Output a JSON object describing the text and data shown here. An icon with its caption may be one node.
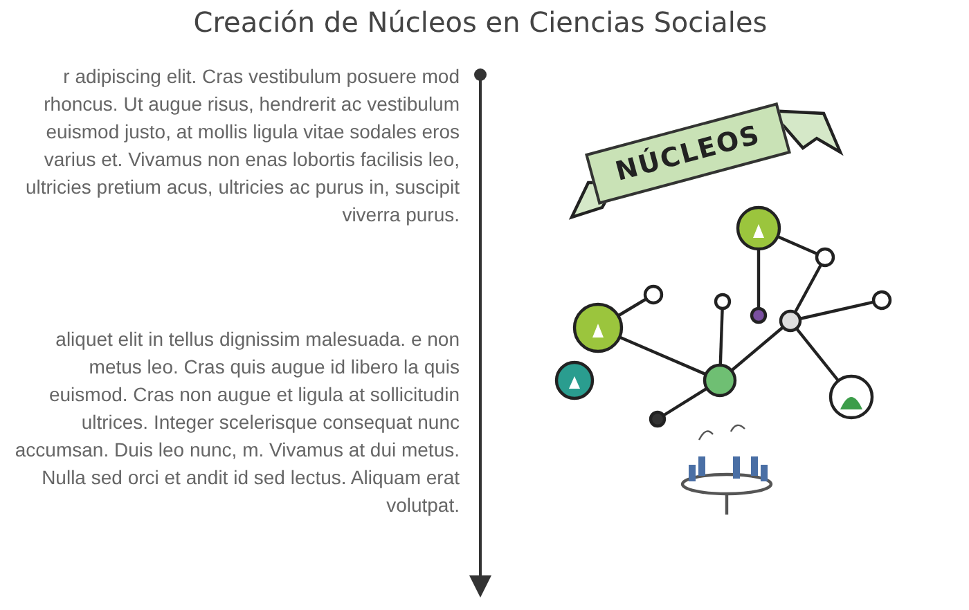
{
  "diagram": {
    "title": "Creación de Núcleos en Ciencias Sociales",
    "nodes": [
      {
        "text": [
          "NÚCLEOS"
        ]
      }
    ],
    "edges": [],
    "labels": [
      "r adipiscing elit. Cras vestibulum posuere mod rhoncus. Ut augue risus, hendrerit ac vestibulum euismod justo, at mollis ligula vitae sodales eros varius et. Vivamus non enas lobortis facilisis leo, ultricies pretium acus, ultricies ac purus in, suscipit viverra purus.",
      "aliquet elit in tellus dignissim malesuada. e non metus leo. Cras quis augue id libero la quis euismod. Cras non augue et ligula at sollicitudin ultrices. Integer scelerisque consequat nunc accumsan. Duis leo nunc, m. Vivamus at dui metus. Nulla sed orci et andit id sed lectus. Aliquam erat volutpat."
    ]
  }
}
